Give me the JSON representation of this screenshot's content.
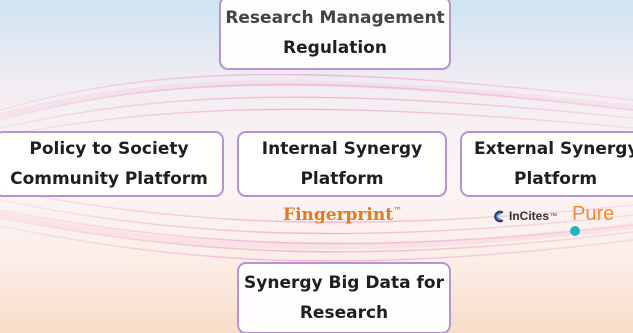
{
  "boxes": {
    "top": {
      "line1": "Research Management",
      "line2": "Regulation"
    },
    "left": {
      "line1": "Policy to Society",
      "line2": "Community Platform"
    },
    "middle": {
      "line1": "Internal Synergy",
      "line2": "Platform"
    },
    "right": {
      "line1": "External Synergy",
      "line2": "Platform"
    },
    "bottom": {
      "line1": "Synergy Big Data for",
      "line2": "Research"
    }
  },
  "logos": {
    "fingerprint": {
      "text": "Fingerprint",
      "mark": "™"
    },
    "incites": {
      "text": "InCites",
      "mark": "™"
    },
    "pure": {
      "text": "Pure"
    }
  },
  "colors": {
    "box_border": "#b594d2",
    "fingerprint": "#e07b1f",
    "pure": "#f08c2a",
    "pure_dot": "#1fb5c2",
    "wave": "#e889bf"
  }
}
